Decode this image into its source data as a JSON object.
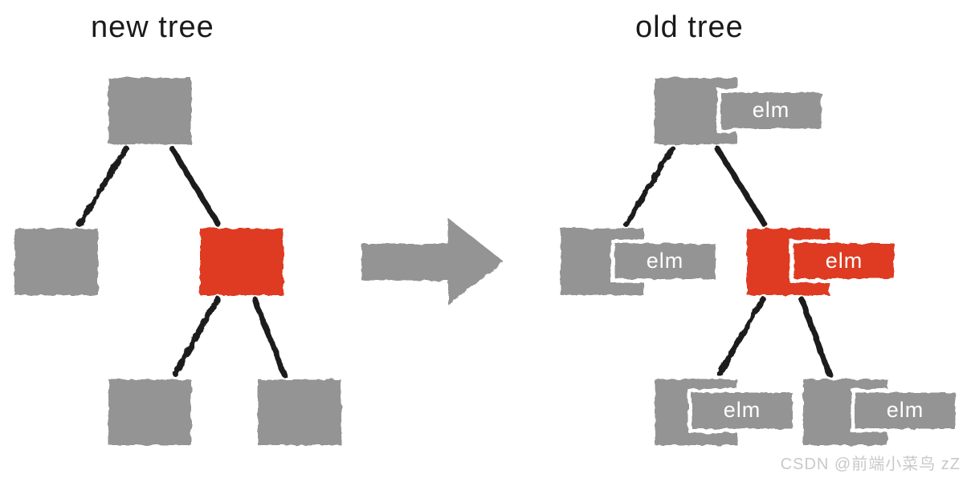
{
  "diagram": {
    "new_tree": {
      "title": "new tree",
      "nodes": [
        {
          "id": "root",
          "color": "gray"
        },
        {
          "id": "child-left",
          "color": "gray"
        },
        {
          "id": "child-right",
          "color": "red"
        },
        {
          "id": "grandchild-left",
          "color": "gray"
        },
        {
          "id": "grandchild-right",
          "color": "gray"
        }
      ]
    },
    "old_tree": {
      "title": "old tree",
      "nodes": [
        {
          "id": "root",
          "color": "gray",
          "tag": "elm"
        },
        {
          "id": "child-left",
          "color": "gray",
          "tag": "elm"
        },
        {
          "id": "child-right",
          "color": "red",
          "tag": "elm"
        },
        {
          "id": "grandchild-left",
          "color": "gray",
          "tag": "elm"
        },
        {
          "id": "grandchild-right",
          "color": "gray",
          "tag": "elm"
        }
      ]
    },
    "arrow": {
      "direction": "right"
    }
  },
  "colors": {
    "node_gray": "#949494",
    "node_red": "#de3a24",
    "edge_black": "#1c1c1c",
    "tag_border": "#ffffff",
    "tag_text": "#ffffff",
    "watermark": "#c9c9c9"
  },
  "watermark": "CSDN @前端小菜鸟 zZ"
}
